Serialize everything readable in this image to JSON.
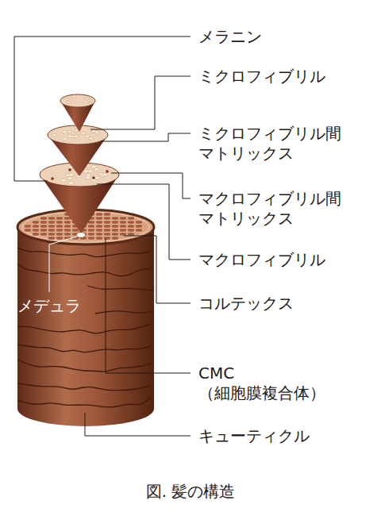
{
  "diagram": {
    "caption": "図. 髪の構造",
    "labels": [
      "メラニン",
      "ミクロフィブリル",
      "ミクロフィブリル間 マトリックス",
      "マクロフィブリル間 マトリックス",
      "マクロフィブリル",
      "コルテックス",
      "メデュラ",
      "CMC （細胞膜複合体）",
      "キューティクル"
    ]
  }
}
